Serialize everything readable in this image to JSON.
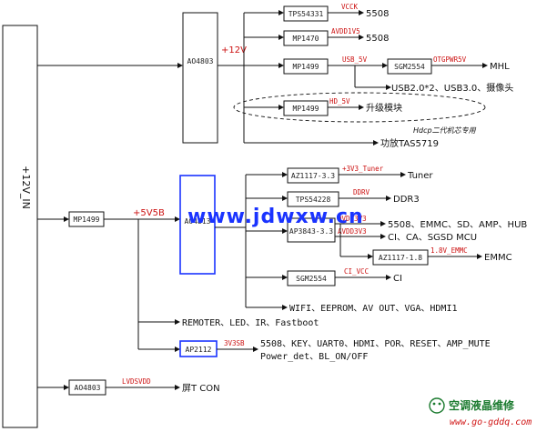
{
  "input": {
    "label": "+12V_IN"
  },
  "top_section": {
    "main_chip": "AO4803",
    "rail": "+12V",
    "chips": [
      "TPS54331",
      "MP1470",
      "MP1499",
      "MP1499"
    ],
    "nets": [
      "VCCK",
      "AVDD1V5",
      "USB_5V",
      "HD_5V"
    ],
    "switch_chip": "SGM2554",
    "switch_net": "OTGPWR5V",
    "outputs": [
      "5508",
      "5508",
      "MHL",
      "USB2.0*2、USB3.0、摄像头",
      "升级模块",
      "功放TAS5719"
    ],
    "note": "Hdcp二代机芯专用"
  },
  "mid_section": {
    "buck": "MP1499",
    "rail": "+5V5B",
    "main_block": "AO4813",
    "regs": [
      "AZ1117-3.3",
      "TPS54228",
      "AP3843-3.3"
    ],
    "nets": [
      "+3V3_Tuner",
      "DDRV",
      "DVDD3V3",
      "AVDD3V3"
    ],
    "outputs": [
      "Tuner",
      "DDR3",
      "5508、EMMC、SD、AMP、HUB",
      "CI、CA、SGSD MCU"
    ],
    "emmc_reg": "AZ1117-1.8",
    "emmc_net": "1.8V_EMMC",
    "emmc_out": "EMMC",
    "ci_chip": "SGM2554",
    "ci_net": "CI_VCC",
    "ci_out": "CI",
    "wifi_out": "WIFI、EEPROM、AV OUT、VGA、HDMI1",
    "remote_out": "REMOTER、LED、IR、Fastboot",
    "stby_chip": "AP2112",
    "stby_net": "3V3SB",
    "stby_out_1": "5508、KEY、UART0、HDMI、POR、RESET、AMP_MUTE",
    "stby_out_2": "Power_det、BL_ON/OFF"
  },
  "bottom_section": {
    "chip": "AO4803",
    "net": "LVDSVDD",
    "output": "屏T CON"
  },
  "watermarks": {
    "url": "www.jdwxw.cn",
    "brand": "空调液晶维修",
    "brand_url": "www.go-gddq.com"
  }
}
